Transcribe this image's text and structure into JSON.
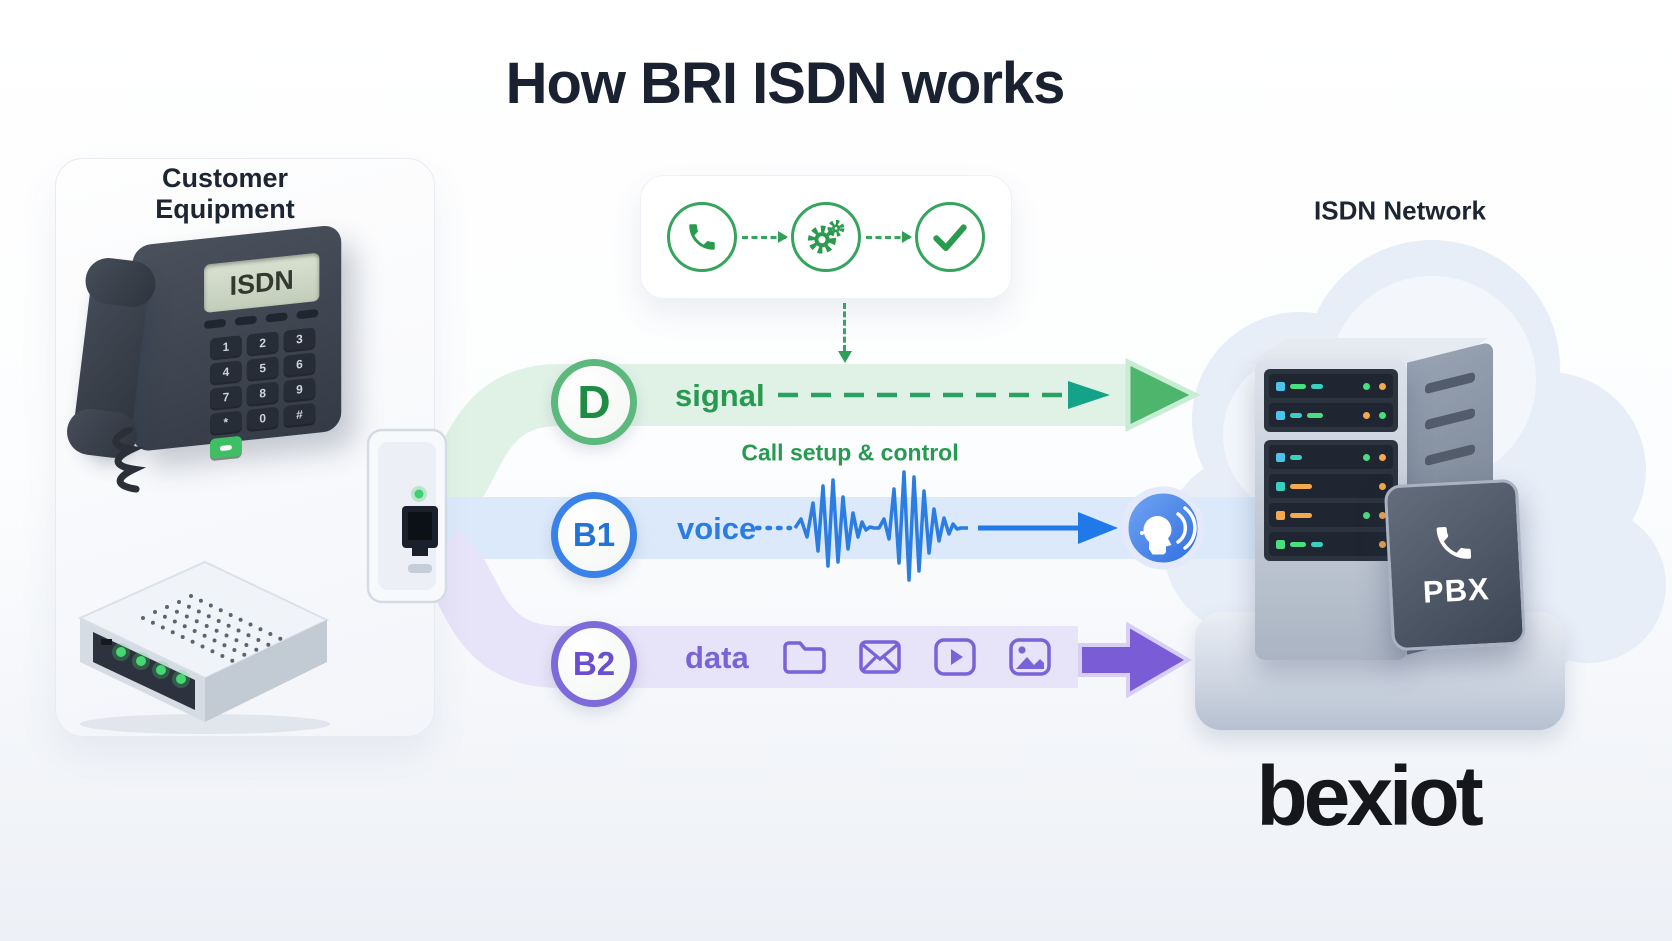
{
  "title": "How BRI ISDN works",
  "left_panel": {
    "title": "Customer Equipment",
    "phone_display": "ISDN",
    "keypad": [
      "1",
      "2",
      "3",
      "4",
      "5",
      "6",
      "7",
      "8",
      "9",
      "*",
      "0",
      "#"
    ]
  },
  "process_box": {
    "steps": [
      "incoming-call-icon",
      "call-setup-gears-icon",
      "call-established-check-icon"
    ]
  },
  "channels": [
    {
      "id": "D",
      "label": "signal",
      "sublabel": "Call setup & control",
      "color": "#279a52"
    },
    {
      "id": "B1",
      "label": "voice",
      "color": "#2b7de2"
    },
    {
      "id": "B2",
      "label": "data",
      "color": "#7a63d8",
      "icons": [
        "folder-icon",
        "mail-icon",
        "video-icon",
        "image-icon"
      ]
    }
  ],
  "right_panel": {
    "title": "ISDN Network",
    "pbx_label": "PBX"
  },
  "logo": {
    "text": "bexiot"
  },
  "colors": {
    "title": "#1a2130",
    "green": "#279a52",
    "blue": "#2b7de2",
    "purple": "#7a63d8",
    "band_green": "#e0f2e6",
    "band_blue": "#dbe9fa",
    "band_purple": "#e7e3f8"
  }
}
